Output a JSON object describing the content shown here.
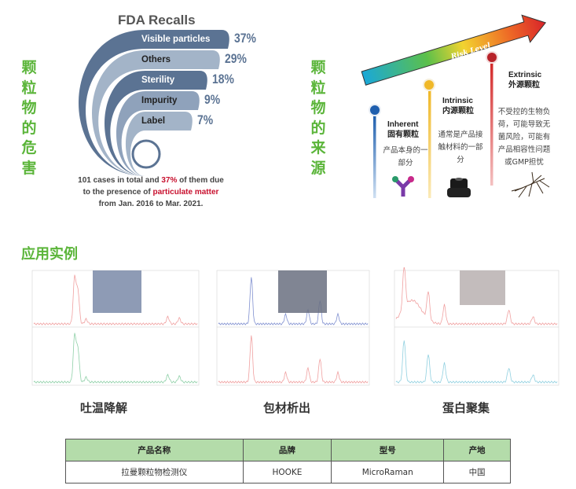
{
  "left_section": {
    "vertical_title": "颗粒物的危害"
  },
  "fda": {
    "title": "FDA Recalls",
    "bands": [
      {
        "label": "Visible particles",
        "percent": "37%"
      },
      {
        "label": "Others",
        "percent": "29%"
      },
      {
        "label": "Sterility",
        "percent": "18%"
      },
      {
        "label": "Impurity",
        "percent": "9%"
      },
      {
        "label": "Label",
        "percent": "7%"
      }
    ],
    "caption": {
      "part1": "101 cases in total and ",
      "highlight1": "37%",
      "part2": " of them due to the presence of ",
      "highlight2": "particulate matter",
      "part3": " from Jan. 2016 to Mar. 2021."
    },
    "colors": {
      "dark": "#5b7393",
      "light": "#a3b4c8",
      "highlight": "#c8102e"
    }
  },
  "sources_section": {
    "vertical_title": "颗粒物的来源",
    "arrow_label": "Risk Level",
    "items": [
      {
        "en": "Inherent",
        "zh": "固有颗粒",
        "desc": "产品本身的一部分",
        "color": "#1f5fae",
        "icon": "antibody-icon"
      },
      {
        "en": "Intrinsic",
        "zh": "内源颗粒",
        "desc": "通常是产品接触材料的一部分",
        "color": "#f0b828",
        "icon": "rubber-stopper-icon"
      },
      {
        "en": "Extrinsic",
        "zh": "外源颗粒",
        "desc": "不受控的生物负荷，可能导致无菌风险，可能有产品相容性问题或GMP担忧",
        "color": "#d42a2a",
        "icon": "mosquito-icon"
      }
    ]
  },
  "examples": {
    "title": "应用实例",
    "panels": [
      {
        "caption": "吐温降解"
      },
      {
        "caption": "包材析出"
      },
      {
        "caption": "蛋白聚集"
      }
    ]
  },
  "table": {
    "headers": [
      "产品名称",
      "品牌",
      "型号",
      "产地"
    ],
    "rows": [
      [
        "拉曼颗粒物检测仪",
        "HOOKE",
        "MicroRaman",
        "中国"
      ]
    ]
  }
}
